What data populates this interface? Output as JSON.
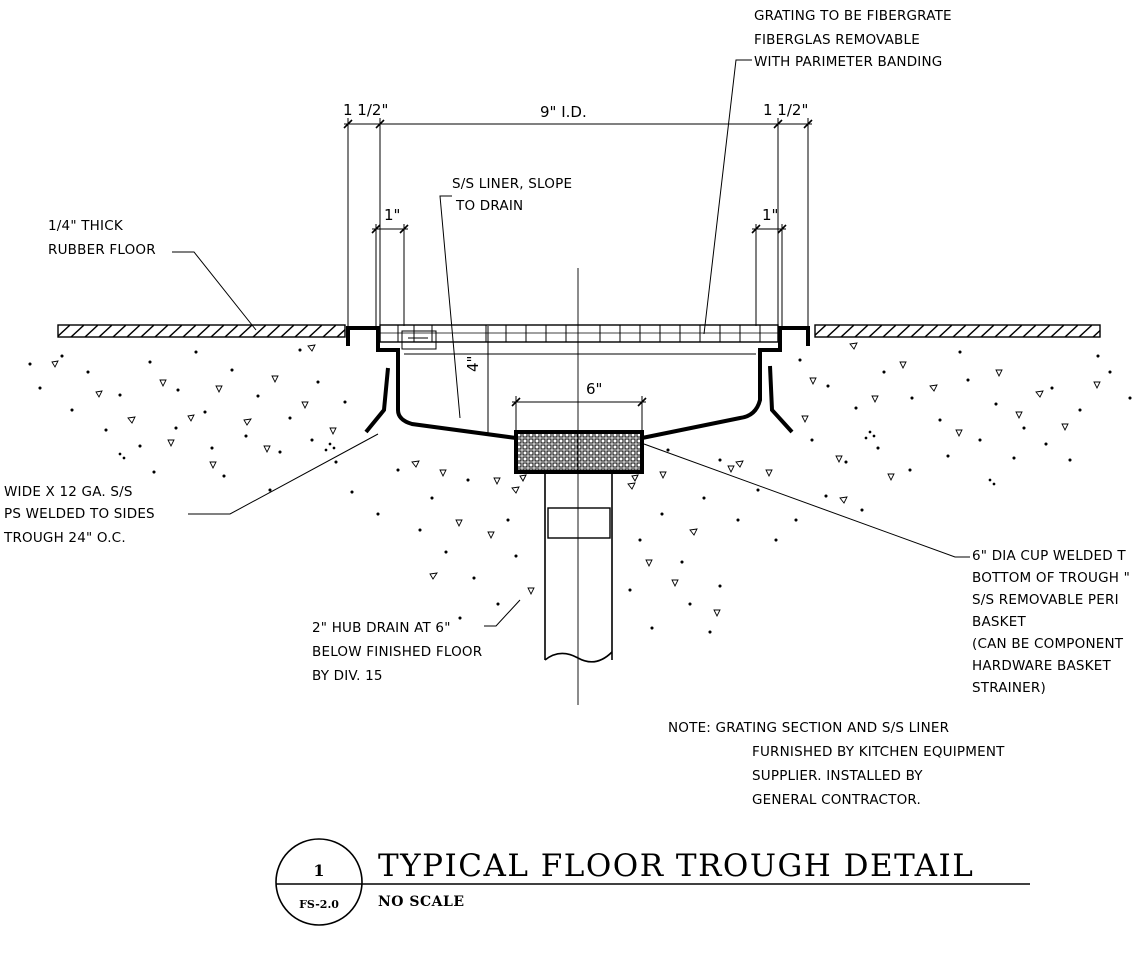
{
  "dimensions": {
    "left_flange": "1 1/2\"",
    "inner_width": "9\" I.D.",
    "right_flange": "1 1/2\"",
    "left_lip": "1\"",
    "right_lip": "1\"",
    "depth": "4\"",
    "cup_width": "6\""
  },
  "labels": {
    "grating": [
      "GRATING TO BE FIBERGRATE",
      "FIBERGLAS REMOVABLE",
      "WITH PARIMETER BANDING"
    ],
    "liner": [
      "S/S LINER, SLOPE",
      "TO DRAIN"
    ],
    "rubber_floor": [
      "1/4\" THICK",
      "RUBBER FLOOR"
    ],
    "straps": [
      "WIDE X 12 GA. S/S",
      "PS WELDED TO SIDES",
      "TROUGH 24\" O.C."
    ],
    "cup": [
      "6\" DIA CUP WELDED T",
      "BOTTOM OF TROUGH \"",
      "S/S REMOVABLE PERI",
      "BASKET",
      "(CAN BE COMPONENT",
      "HARDWARE BASKET",
      "STRAINER)"
    ],
    "hub_drain": [
      "2\" HUB DRAIN AT 6\"",
      "BELOW FINISHED FLOOR",
      "BY DIV. 15"
    ],
    "note": [
      "NOTE: GRATING SECTION AND S/S LINER",
      "FURNISHED BY KITCHEN EQUIPMENT",
      "SUPPLIER. INSTALLED BY",
      "GENERAL CONTRACTOR."
    ]
  },
  "title_block": {
    "detail_number": "1",
    "sheet_number": "FS-2.0",
    "title": "TYPICAL FLOOR TROUGH DETAIL",
    "scale": "NO SCALE"
  }
}
